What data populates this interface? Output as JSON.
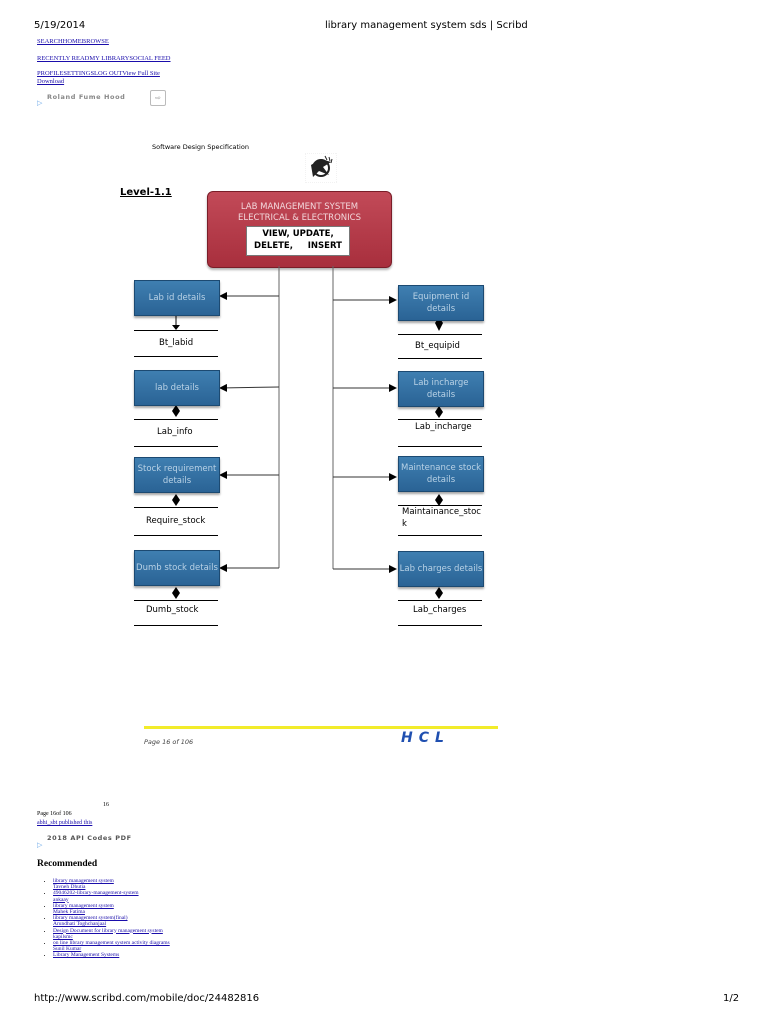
{
  "header": {
    "date": "5/19/2014",
    "title": "library management system sds | Scribd"
  },
  "nav": {
    "row1": "SEARCHHOMEBROWSE",
    "row2": "RECENTLY READMY LIBRARYSOCIAL FEED",
    "row3a": "PROFILESETTINGSLOG OUTView Full Site",
    "row3b": "Download"
  },
  "ad1": {
    "title": "Roland Fume Hood",
    "icon": "ad-arrow-icon"
  },
  "doc": {
    "spec_title": "Software Design Specification",
    "level": "Level-1.1",
    "root": {
      "line1": "LAB MANAGEMENT SYSTEM",
      "line2": "ELECTRICAL & ELECTRONICS",
      "ops1": "VIEW, UPDATE,",
      "ops2": "DELETE,     INSERT"
    },
    "left": [
      {
        "box": "Lab id details",
        "label": "Bt_labid"
      },
      {
        "box": "lab details",
        "label": "Lab_info"
      },
      {
        "box": "Stock requirement details",
        "label": "Require_stock"
      },
      {
        "box": "Dumb stock details",
        "label": "Dumb_stock"
      }
    ],
    "right": [
      {
        "box": "Equipment id details",
        "label": "Bt_equipid"
      },
      {
        "box": "Lab incharge details",
        "label": "Lab_incharge"
      },
      {
        "box": "Maintenance stock details",
        "label": "Maintainance_stock"
      },
      {
        "box": "Lab charges details",
        "label": "Lab_charges"
      }
    ],
    "page_label": "Page 16 of 106",
    "brand": "HCL"
  },
  "footer_meta": {
    "page_num": "16",
    "page_of": "Page 16of 106",
    "published": "abhi_sbt published this"
  },
  "ad2": {
    "title": "2018 API Codes PDF"
  },
  "recommended": {
    "heading": "Recommended",
    "items": [
      {
        "title": "library management system",
        "author": "Tavneh Dhutia"
      },
      {
        "title": "49046202-library-management-system",
        "author": "ankaay"
      },
      {
        "title": "library management system",
        "author": "Mahek Fatima"
      },
      {
        "title": "library management system(final)",
        "author": "Arundhati Toghchanjaal"
      },
      {
        "title": "Design Document for library management system",
        "author": "kapilsmc"
      },
      {
        "title": "on line library management system activity diagrams",
        "author": "Sunil Kumar"
      },
      {
        "title": "Library Management Systems",
        "author": ""
      }
    ]
  },
  "footer": {
    "url": "http://www.scribd.com/mobile/doc/24482816",
    "page": "1/2"
  }
}
